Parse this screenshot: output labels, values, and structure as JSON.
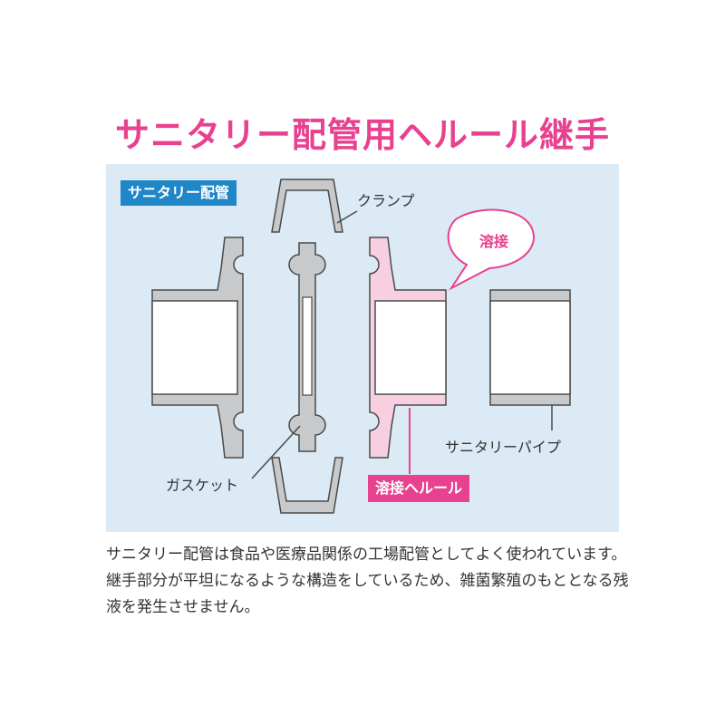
{
  "title": "サニタリー配管用ヘルール継手",
  "diagram": {
    "section_tag": "サニタリー配管",
    "labels": {
      "clamp": "クランプ",
      "gasket": "ガスケット",
      "welding": "溶接",
      "sanitary_pipe": "サニタリーパイプ",
      "welded_ferrule": "溶接ヘルール"
    },
    "colors": {
      "title": "#e8418f",
      "panel_background": "#dbeaf5",
      "blue_tag": "#1f86c8",
      "pink_tag": "#e8418f",
      "part_gray": "#c8c9ca",
      "weld_pink": "#f7cfe1"
    }
  },
  "description": "サニタリー配管は食品や医療品関係の工場配管としてよく使われています。継手部分が平坦になるような構造をしているため、雑菌繁殖のもととなる残液を発生させません。"
}
